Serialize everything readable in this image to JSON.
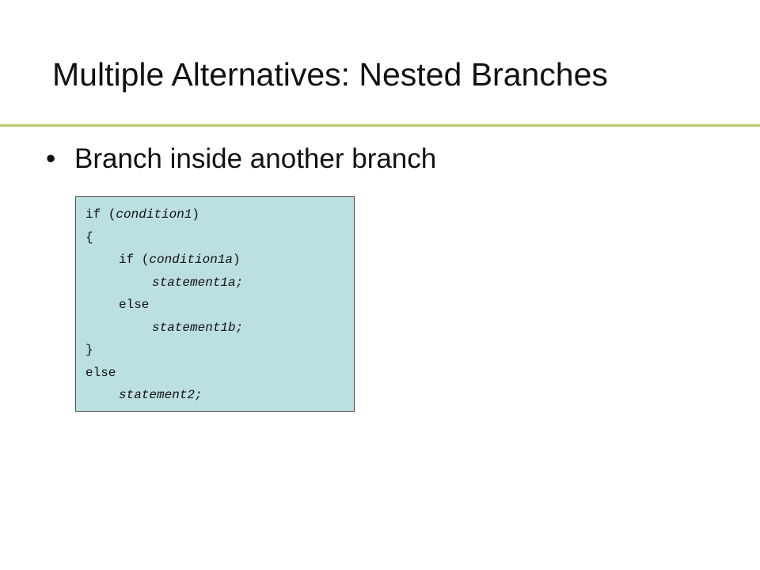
{
  "slide": {
    "title": "Multiple Alternatives: Nested Branches",
    "bullet_marker": "•",
    "bullet": "Branch inside another branch",
    "accent_color": "#b5cc6a",
    "code_background": "#bcdfe2",
    "code": {
      "line1_kw": "if (",
      "line1_cond": "condition1",
      "line1_end": ")",
      "line2": "{",
      "line3_kw": "if (",
      "line3_cond": "condition1a",
      "line3_end": ")",
      "line4": "statement1a;",
      "line5": "else",
      "line6": "statement1b;",
      "line7": "}",
      "line8": "else",
      "line9": "statement2;"
    }
  }
}
